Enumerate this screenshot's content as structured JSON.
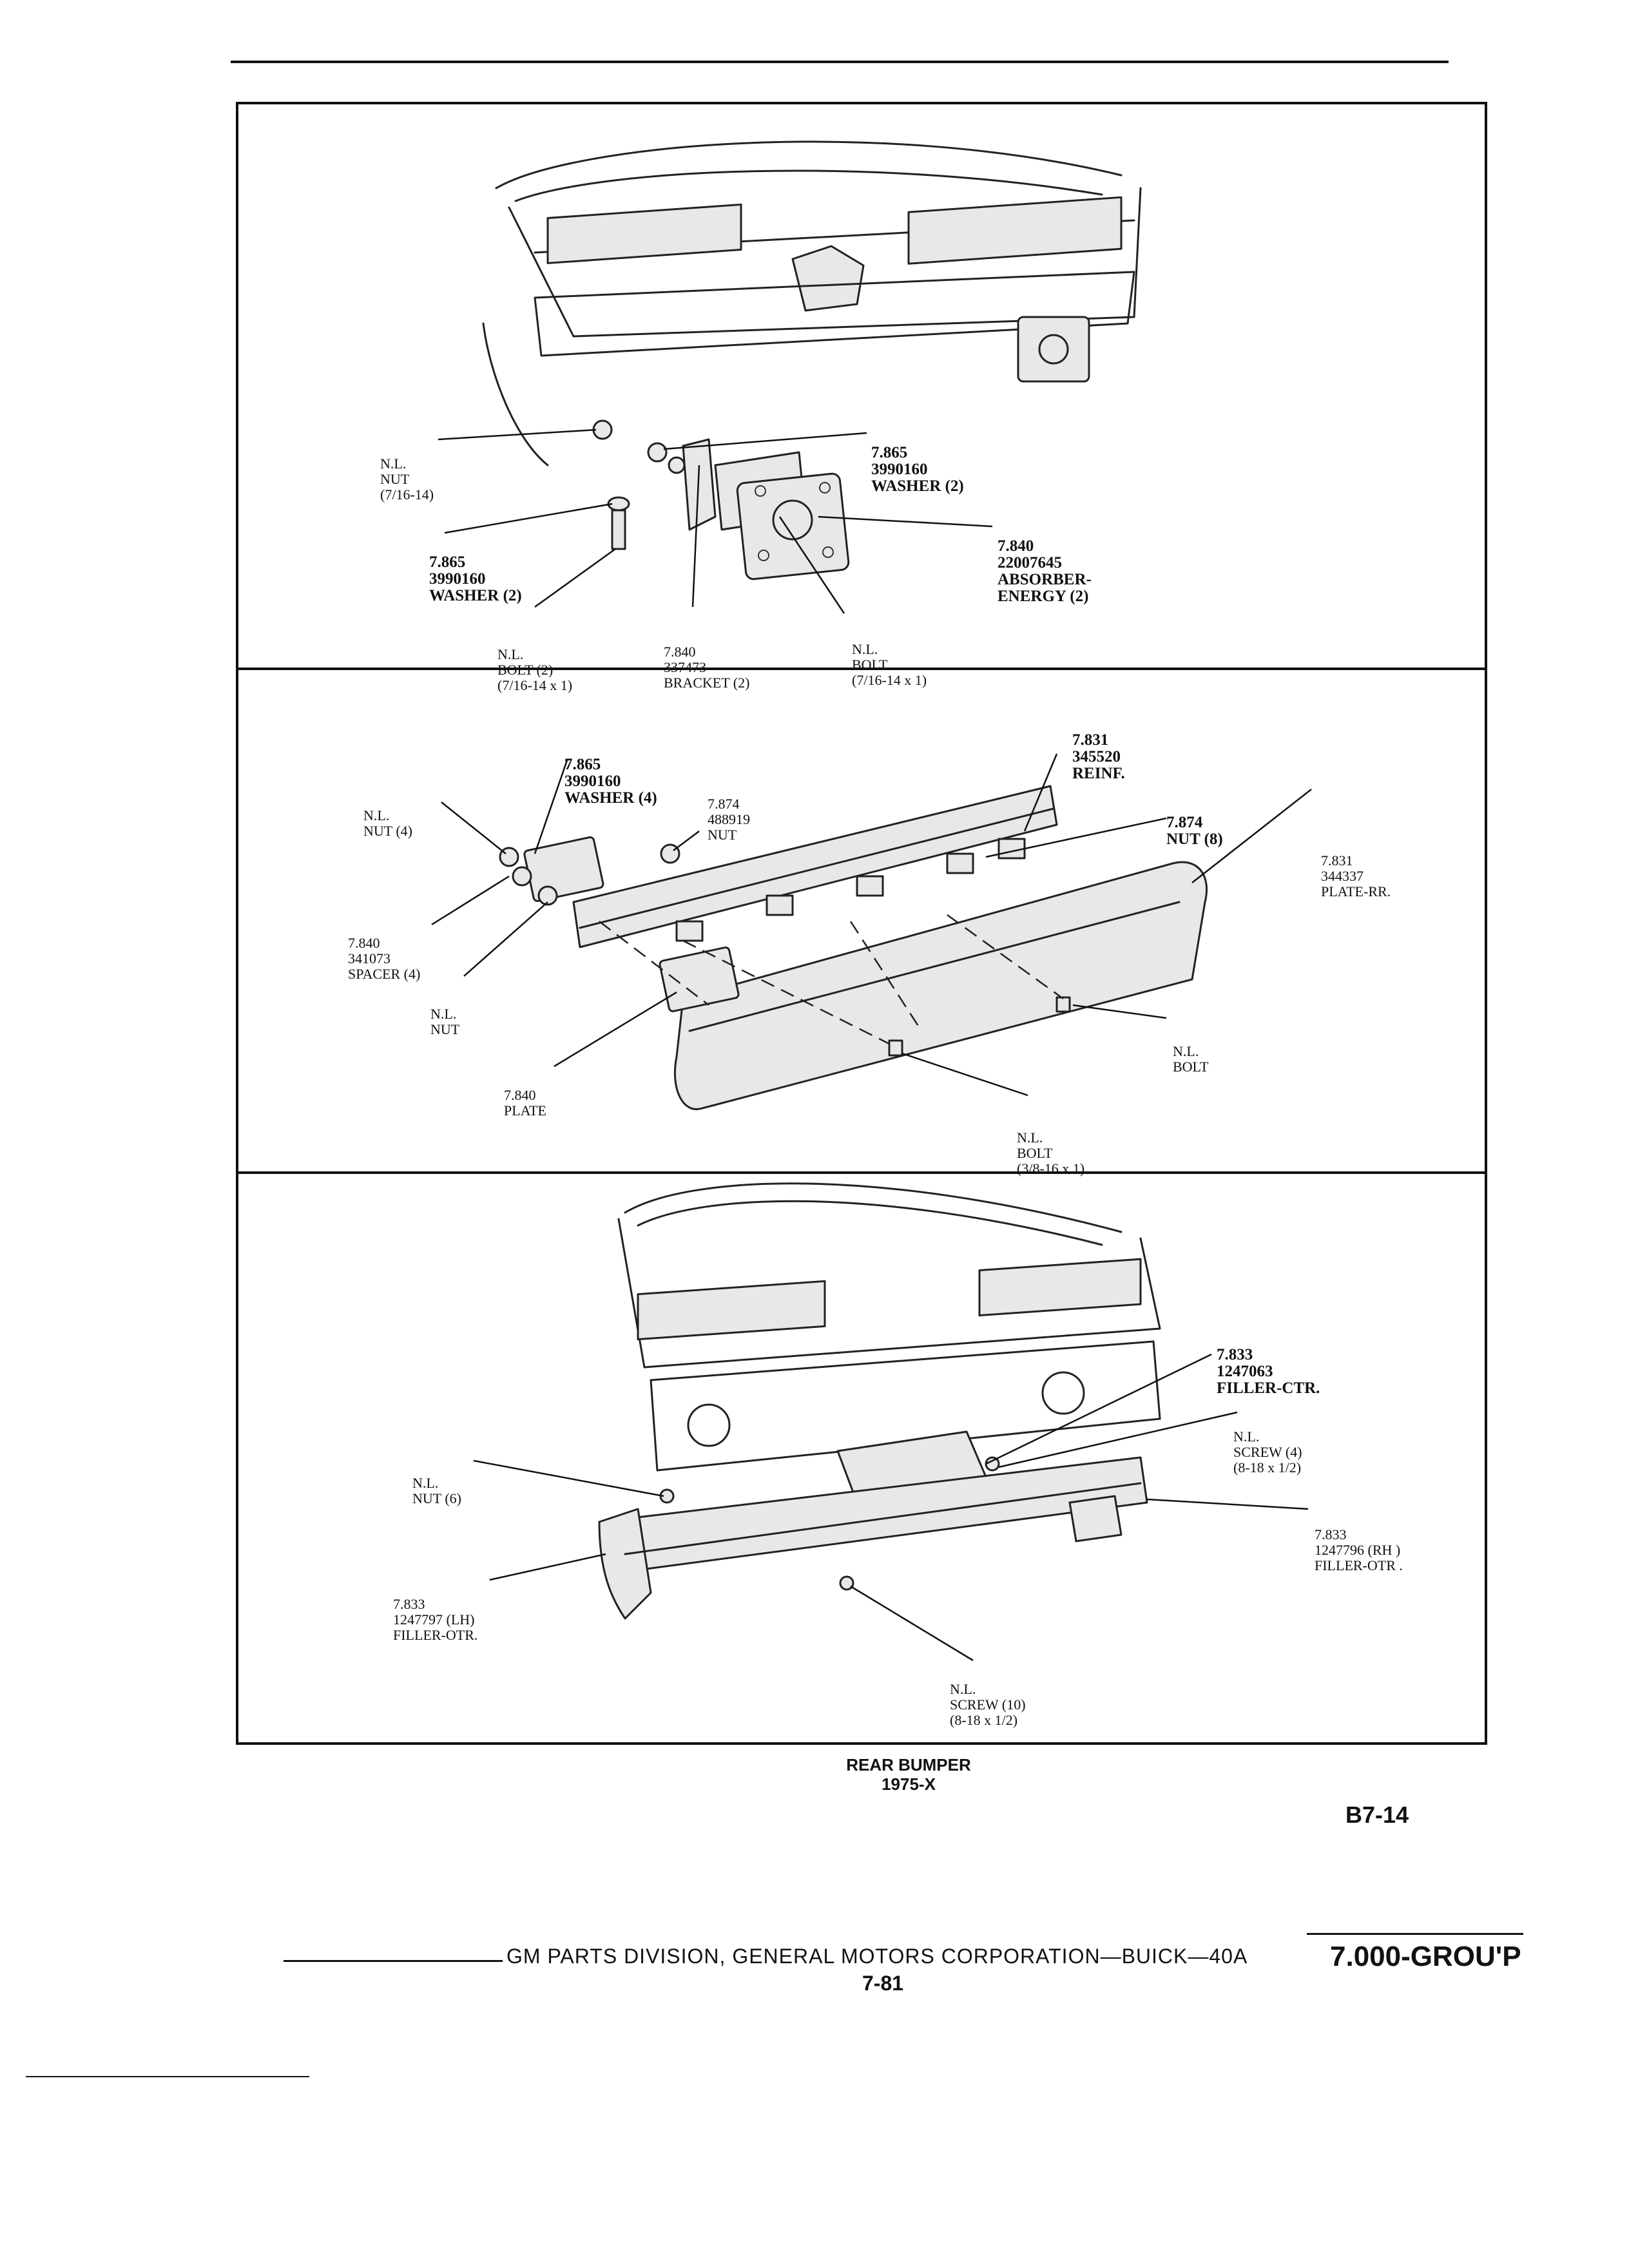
{
  "panels": [
    {
      "labels": [
        {
          "lines": [
            "N.L.",
            "NUT",
            "(7/16-14)"
          ],
          "bold": [
            false,
            false,
            false
          ]
        },
        {
          "lines": [
            "7.865",
            "3990160",
            "WASHER (2)"
          ],
          "bold": [
            true,
            true,
            true
          ]
        },
        {
          "lines": [
            "7.840",
            "22007645",
            "ABSORBER-",
            "ENERGY (2)"
          ],
          "bold": [
            true,
            true,
            true,
            true
          ]
        },
        {
          "lines": [
            "7.865",
            "3990160",
            "WASHER (2)"
          ],
          "bold": [
            true,
            true,
            true
          ]
        },
        {
          "lines": [
            "N.L.",
            "BOLT (2)",
            "(7/16-14 x 1)"
          ],
          "bold": [
            false,
            false,
            false
          ]
        },
        {
          "lines": [
            "7.840",
            "337473",
            "BRACKET (2)"
          ],
          "bold": [
            false,
            false,
            false
          ]
        },
        {
          "lines": [
            "N.L.",
            "BOLT",
            "(7/16-14 x 1)"
          ],
          "bold": [
            false,
            false,
            false
          ]
        }
      ]
    },
    {
      "labels": [
        {
          "lines": [
            "7.865",
            "3990160",
            "WASHER (4)"
          ],
          "bold": [
            true,
            true,
            true
          ]
        },
        {
          "lines": [
            "7.831",
            "345520",
            "REINF."
          ],
          "bold": [
            true,
            true,
            true
          ]
        },
        {
          "lines": [
            "N.L.",
            "NUT (4)"
          ],
          "bold": [
            false,
            false
          ]
        },
        {
          "lines": [
            "7.874",
            "488919",
            "NUT"
          ],
          "bold": [
            false,
            false,
            false
          ]
        },
        {
          "lines": [
            "7.874",
            "NUT (8)"
          ],
          "bold": [
            true,
            true
          ]
        },
        {
          "lines": [
            "7.831",
            "344337",
            "PLATE-RR."
          ],
          "bold": [
            false,
            false,
            false
          ]
        },
        {
          "lines": [
            "7.840",
            "341073",
            "SPACER (4)"
          ],
          "bold": [
            false,
            false,
            false
          ]
        },
        {
          "lines": [
            "N.L.",
            "NUT"
          ],
          "bold": [
            false,
            false
          ]
        },
        {
          "lines": [
            "N.L.",
            "BOLT"
          ],
          "bold": [
            false,
            false
          ]
        },
        {
          "lines": [
            "7.840",
            "PLATE"
          ],
          "bold": [
            false,
            false
          ]
        },
        {
          "lines": [
            "N.L.",
            "BOLT",
            "(3/8-16 x 1)"
          ],
          "bold": [
            false,
            false,
            false
          ]
        }
      ]
    },
    {
      "labels": [
        {
          "lines": [
            "7.833",
            "1247063",
            "FILLER-CTR."
          ],
          "bold": [
            true,
            true,
            true
          ]
        },
        {
          "lines": [
            "N.L.",
            "SCREW (4)",
            "(8-18 x 1/2)"
          ],
          "bold": [
            false,
            false,
            false
          ]
        },
        {
          "lines": [
            "N.L.",
            "NUT (6)"
          ],
          "bold": [
            false,
            false
          ]
        },
        {
          "lines": [
            "7.833",
            "1247796 (RH )",
            "FILLER-OTR ."
          ],
          "bold": [
            false,
            false,
            false
          ]
        },
        {
          "lines": [
            "7.833",
            "1247797 (LH)",
            "FILLER-OTR."
          ],
          "bold": [
            false,
            false,
            false
          ]
        },
        {
          "lines": [
            "N.L.",
            "SCREW (10)",
            "(8-18 x 1/2)"
          ],
          "bold": [
            false,
            false,
            false
          ]
        }
      ]
    }
  ],
  "caption": {
    "title": "REAR BUMPER",
    "subtitle": "1975-X"
  },
  "page_code": "B7-14",
  "footer": {
    "company": "GM PARTS DIVISION, GENERAL MOTORS CORPORATION—BUICK—40A",
    "page_number": "7-81",
    "group": "7.000-GROU'P"
  }
}
